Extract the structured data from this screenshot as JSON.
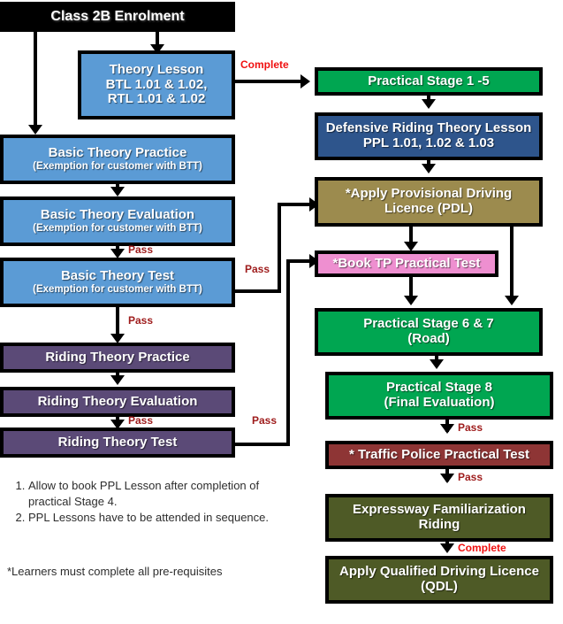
{
  "diagram": {
    "title": "Class 2B Enrolment",
    "colors": {
      "black": "#000000",
      "blue": "#5B9BD5",
      "dark_blue": "#2E558C",
      "purple": "#5B4A77",
      "green": "#00A651",
      "tan": "#9C8B4E",
      "pink": "#EE8FD0",
      "dark_red": "#8E3535",
      "olive": "#4E5A26",
      "label_red": "#9E1B1B",
      "label_bright_red": "#F01010"
    }
  },
  "nodes": {
    "enrolment": {
      "line1": "Class 2B Enrolment"
    },
    "theory_lesson": {
      "line1": "Theory Lesson",
      "line2": "BTL 1.01 & 1.02,",
      "line3": "RTL 1.01 & 1.02"
    },
    "basic_theory_practice": {
      "line1": "Basic Theory Practice",
      "line2": "(Exemption for customer with BTT)"
    },
    "basic_theory_evaluation": {
      "line1": "Basic Theory Evaluation",
      "line2": "(Exemption for customer with BTT)"
    },
    "basic_theory_test": {
      "line1": "Basic Theory Test",
      "line2": "(Exemption for customer with BTT)"
    },
    "riding_theory_practice": {
      "line1": "Riding Theory Practice"
    },
    "riding_theory_evaluation": {
      "line1": "Riding Theory Evaluation"
    },
    "riding_theory_test": {
      "line1": "Riding Theory Test"
    },
    "practical_stage_1_5": {
      "line1": "Practical Stage 1 -5"
    },
    "defensive_riding": {
      "line1": "Defensive Riding Theory Lesson",
      "line2": "PPL 1.01, 1.02 & 1.03"
    },
    "apply_pdl": {
      "line1": "*Apply Provisional Driving",
      "line2": "Licence (PDL)"
    },
    "book_tp_test": {
      "line1": "*Book TP Practical Test"
    },
    "practical_stage_6_7": {
      "line1": "Practical Stage 6 & 7",
      "line2": "(Road)"
    },
    "practical_stage_8": {
      "line1": "Practical Stage 8",
      "line2": "(Final Evaluation)"
    },
    "traffic_police_test": {
      "line1": "* Traffic Police Practical Test"
    },
    "expressway_riding": {
      "line1": "Expressway Familiarization",
      "line2": "Riding"
    },
    "apply_qdl": {
      "line1": "Apply Qualified Driving Licence",
      "line2": "(QDL)"
    }
  },
  "edge_labels": {
    "complete_top": "Complete",
    "pass_bte_to_btt": "Pass",
    "pass_btt_to_pdl": "Pass",
    "pass_btt_to_rtp": "Pass",
    "pass_rte_to_rtt": "Pass",
    "pass_rtt_to_booktp": "Pass",
    "pass_ps8_to_tp": "Pass",
    "pass_tp_to_expressway": "Pass",
    "complete_expressway_to_qdl": "Complete"
  },
  "notes": {
    "items": [
      "Allow to book PPL Lesson after completion of practical Stage 4.",
      "PPL Lessons have to be attended in sequence."
    ],
    "footnote": "*Learners must complete all pre-requisites"
  }
}
